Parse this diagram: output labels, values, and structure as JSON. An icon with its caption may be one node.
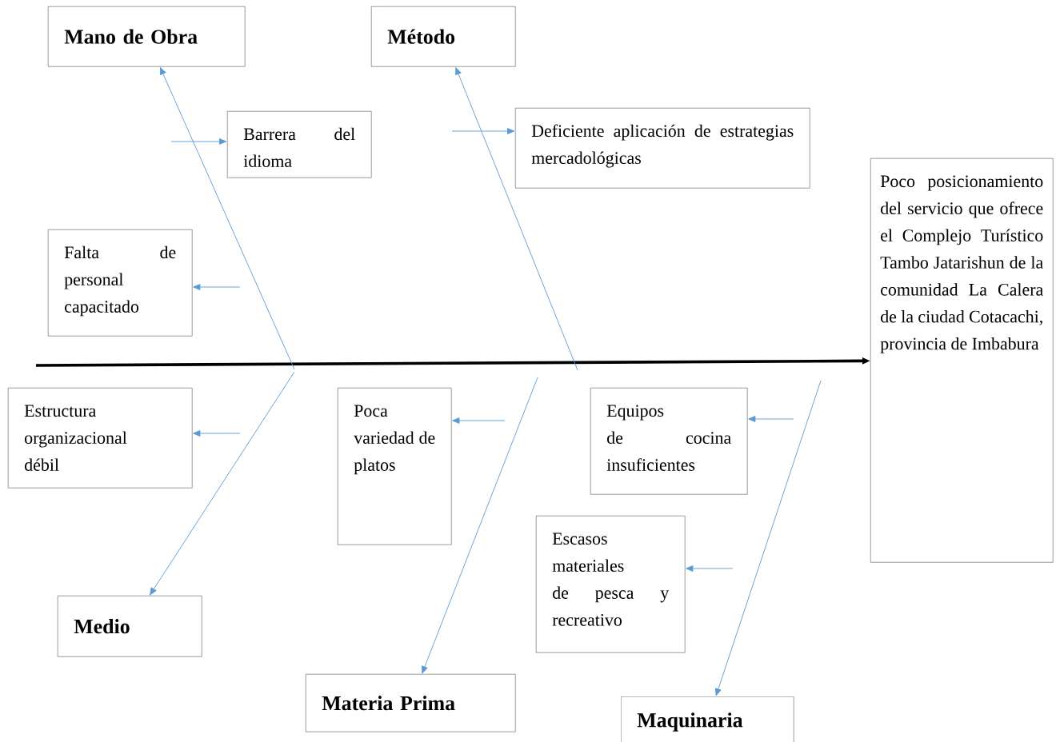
{
  "diagram": {
    "nodes": [
      {
        "text": [
          "Mano de Obra"
        ]
      },
      {
        "text": [
          "Método"
        ]
      },
      {
        "text": [
          "Barrera del idioma"
        ]
      },
      {
        "text": [
          "Deficiente aplicación de estrategias mercadológicas"
        ]
      },
      {
        "text": [
          "Poco posicionamiento del servicio que ofrece el Complejo Turístico Tambo Jatarishun de la comunidad La Calera de la ciudad Cotacachi, provincia de Imbabura"
        ]
      },
      {
        "text": [
          "Falta de personal capacitado"
        ]
      },
      {
        "text": [
          "Estructura organizacional débil"
        ]
      },
      {
        "text": [
          "Poca variedad de platos"
        ]
      },
      {
        "text": [
          "Equipos de cocina insuficientes"
        ]
      },
      {
        "text": [
          "Escasos materiales de pesca y recreativo"
        ]
      },
      {
        "text": [
          "Medio"
        ]
      },
      {
        "text": [
          "Materia Prima"
        ]
      },
      {
        "text": [
          "Maquinaria"
        ]
      }
    ],
    "edges": [
      {
        "from": null,
        "to": 4,
        "arrow": "to",
        "style": "thick",
        "color": "#000000"
      },
      {
        "from": null,
        "to": 0,
        "arrow": "to"
      },
      {
        "from": null,
        "to": 1,
        "arrow": "to"
      },
      {
        "from": null,
        "to": 10,
        "arrow": "to"
      },
      {
        "from": null,
        "to": 11,
        "arrow": "to"
      },
      {
        "from": null,
        "to": 12,
        "arrow": "to"
      },
      {
        "from": null,
        "to": 2,
        "arrow": "to"
      },
      {
        "from": null,
        "to": 3,
        "arrow": "to"
      },
      {
        "from": null,
        "to": 5,
        "arrow": "to"
      },
      {
        "from": null,
        "to": 6,
        "arrow": "to"
      },
      {
        "from": null,
        "to": 7,
        "arrow": "to"
      },
      {
        "from": null,
        "to": 8,
        "arrow": "to"
      },
      {
        "from": null,
        "to": 9,
        "arrow": "to"
      }
    ]
  }
}
